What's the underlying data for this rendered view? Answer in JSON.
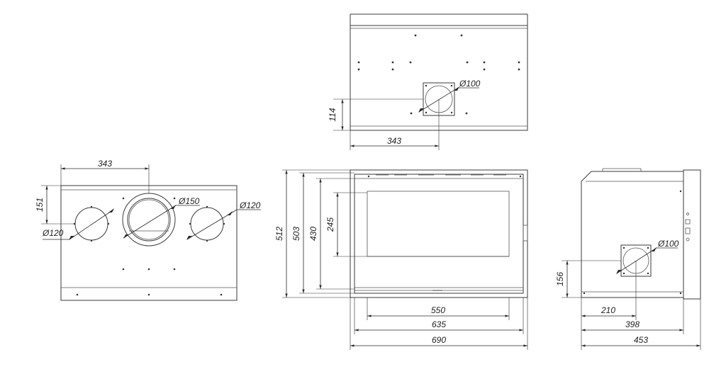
{
  "drawing": {
    "top_view": {
      "duct_label": "Ø100",
      "height_label": "114",
      "offset_label": "343"
    },
    "rear_view": {
      "offset_label": "343",
      "height_label": "151",
      "left_duct_label": "Ø120",
      "center_duct_label": "Ø150",
      "right_duct_label": "Ø120"
    },
    "front_view": {
      "heights": [
        "512",
        "503",
        "430",
        "245"
      ],
      "widths": [
        "550",
        "635",
        "690"
      ]
    },
    "side_view": {
      "duct_label": "Ø100",
      "height_label": "156",
      "widths": [
        "210",
        "398",
        "453"
      ]
    }
  }
}
